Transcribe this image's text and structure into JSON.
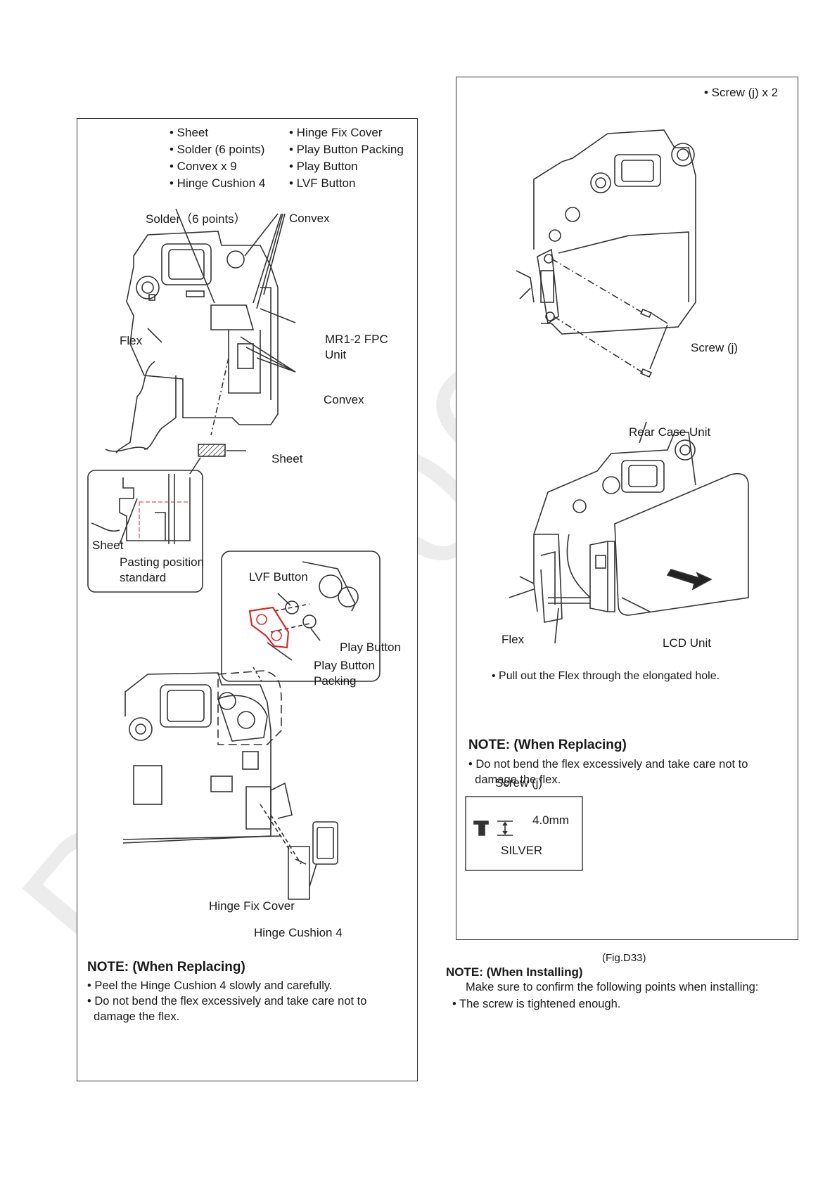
{
  "left": {
    "parts_list": [
      "• Sheet",
      "• Solder (6 points)",
      "• Convex x 9",
      "• Hinge Cushion 4",
      "• Hinge Fix Cover",
      "• Play Button Packing",
      "• Play Button",
      "• LVF Button"
    ],
    "labels": {
      "solder": "Solder（6 points）",
      "convex_top": "Convex",
      "flex": "Flex",
      "mr_fpc_1": "MR1-2 FPC",
      "mr_fpc_2": "Unit",
      "convex_mid": "Convex",
      "sheet": "Sheet",
      "inset_sheet": "Sheet",
      "pasting_1": "Pasting position",
      "pasting_2": "standard",
      "lvf_button": "LVF Button",
      "play_button": "Play Button",
      "play_packing_1": "Play Button",
      "play_packing_2": "Packing",
      "hinge_fix_cover": "Hinge Fix Cover",
      "hinge_cushion": "Hinge Cushion 4"
    },
    "note": {
      "title": "NOTE: (When Replacing)",
      "lines": [
        "• Peel the Hinge Cushion 4 slowly and carefully.",
        "• Do not bend the flex excessively and take care not to",
        "  damage the flex."
      ]
    }
  },
  "right": {
    "header": "• Screw (j) x 2",
    "labels": {
      "screw_j": "Screw (j)",
      "rear_case": "Rear Case Unit",
      "flex": "Flex",
      "lcd_unit": "LCD Unit",
      "pull_out": "• Pull out the Flex through the elongated hole."
    },
    "note": {
      "title": "NOTE: (When Replacing)",
      "lines": [
        "• Do not bend the flex excessively and take care not to",
        "  damage the flex."
      ]
    },
    "screw_spec": {
      "caption": "Screw (j)",
      "length": "4.0mm",
      "finish": "SILVER"
    }
  },
  "figure_caption": "(Fig.D33)",
  "install_note": {
    "title": "NOTE: (When Installing)",
    "intro": "Make sure to confirm the following points when installing:",
    "item": "• The screw is tightened enough."
  },
  "watermark": "PHS0008",
  "colors": {
    "line": "#333333",
    "highlight": "#d62a2a",
    "watermark": "#e8e8e8"
  }
}
